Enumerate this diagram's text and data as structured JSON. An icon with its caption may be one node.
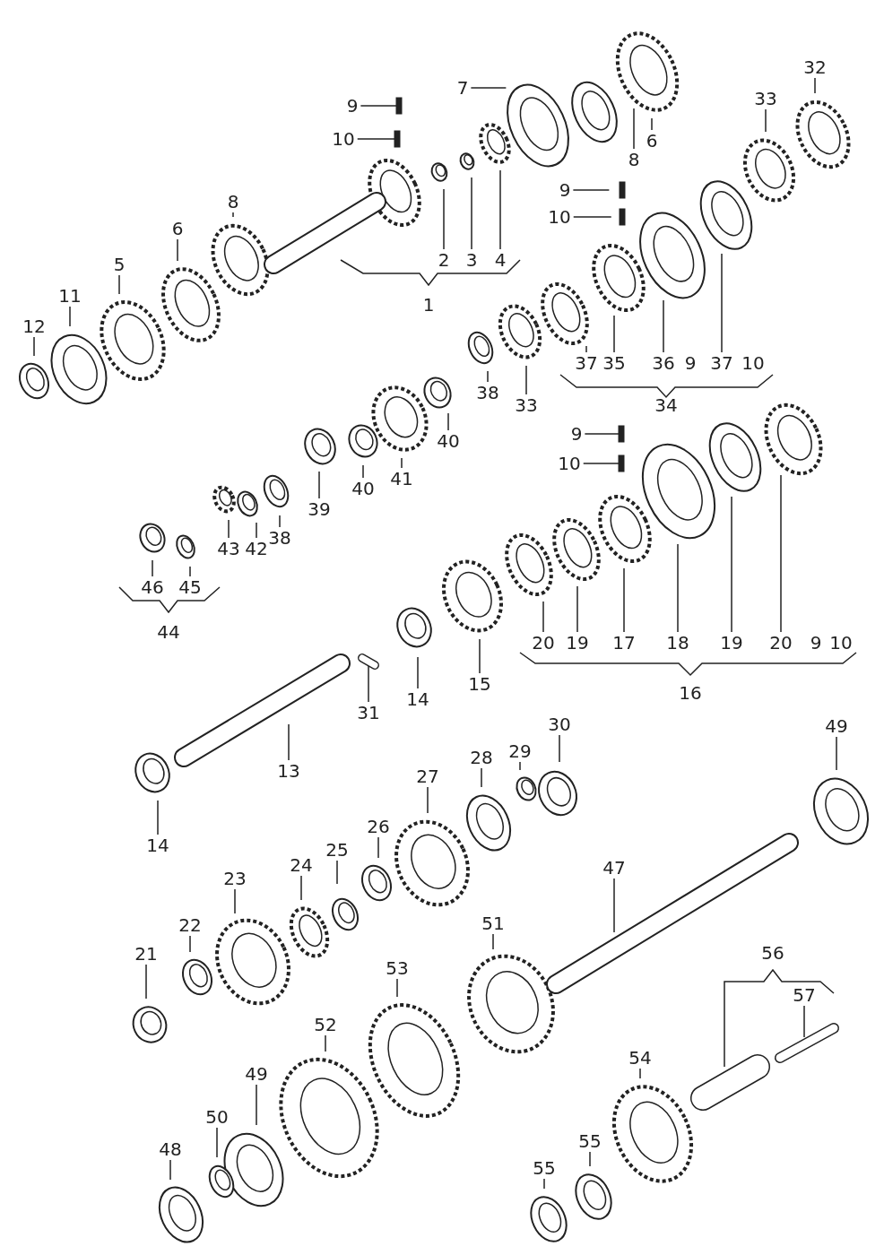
{
  "diagram": {
    "nodes": [
      {
        "text": [
          "9"
        ]
      },
      {
        "text": [
          "10"
        ]
      },
      {
        "text": [
          "7"
        ]
      },
      {
        "text": [
          "32"
        ]
      },
      {
        "text": [
          "33"
        ]
      },
      {
        "text": [
          "6"
        ]
      },
      {
        "text": [
          "8"
        ]
      },
      {
        "text": [
          "9"
        ]
      },
      {
        "text": [
          "10"
        ]
      },
      {
        "text": [
          "8"
        ]
      },
      {
        "text": [
          "6"
        ]
      },
      {
        "text": [
          "5"
        ]
      },
      {
        "text": [
          "2"
        ]
      },
      {
        "text": [
          "3"
        ]
      },
      {
        "text": [
          "4"
        ]
      },
      {
        "text": [
          "11"
        ]
      },
      {
        "text": [
          "12"
        ]
      },
      {
        "text": [
          "37"
        ]
      },
      {
        "text": [
          "35"
        ]
      },
      {
        "text": [
          "36"
        ]
      },
      {
        "text": [
          "37"
        ]
      },
      {
        "text": [
          "38"
        ]
      },
      {
        "text": [
          "33"
        ]
      },
      {
        "text": [
          "40"
        ]
      },
      {
        "text": [
          "41"
        ]
      },
      {
        "text": [
          "40"
        ]
      },
      {
        "text": [
          "39"
        ]
      },
      {
        "text": [
          "38"
        ]
      },
      {
        "text": [
          "42"
        ]
      },
      {
        "text": [
          "43"
        ]
      },
      {
        "text": [
          "45"
        ]
      },
      {
        "text": [
          "46"
        ]
      },
      {
        "text": [
          "9"
        ]
      },
      {
        "text": [
          "10"
        ]
      },
      {
        "text": [
          "20"
        ]
      },
      {
        "text": [
          "19"
        ]
      },
      {
        "text": [
          "17"
        ]
      },
      {
        "text": [
          "18"
        ]
      },
      {
        "text": [
          "19"
        ]
      },
      {
        "text": [
          "20"
        ]
      },
      {
        "text": [
          "15"
        ]
      },
      {
        "text": [
          "14"
        ]
      },
      {
        "text": [
          "31"
        ]
      },
      {
        "text": [
          "30"
        ]
      },
      {
        "text": [
          "29"
        ]
      },
      {
        "text": [
          "28"
        ]
      },
      {
        "text": [
          "13"
        ]
      },
      {
        "text": [
          "27"
        ]
      },
      {
        "text": [
          "14"
        ]
      },
      {
        "text": [
          "49"
        ]
      },
      {
        "text": [
          "26"
        ]
      },
      {
        "text": [
          "25"
        ]
      },
      {
        "text": [
          "24"
        ]
      },
      {
        "text": [
          "23"
        ]
      },
      {
        "text": [
          "47"
        ]
      },
      {
        "text": [
          "22"
        ]
      },
      {
        "text": [
          "51"
        ]
      },
      {
        "text": [
          "21"
        ]
      },
      {
        "text": [
          "53"
        ]
      },
      {
        "text": [
          "57"
        ]
      },
      {
        "text": [
          "52"
        ]
      },
      {
        "text": [
          "54"
        ]
      },
      {
        "text": [
          "49"
        ]
      },
      {
        "text": [
          "50"
        ]
      },
      {
        "text": [
          "48"
        ]
      },
      {
        "text": [
          "55"
        ]
      },
      {
        "text": [
          "55"
        ]
      }
    ],
    "edges": [
      {
        "from": 0,
        "to": null,
        "arrow": "none"
      },
      {
        "from": 1,
        "to": null,
        "arrow": "none"
      },
      {
        "from": 2,
        "to": null,
        "arrow": "none"
      },
      {
        "from": 3,
        "to": null,
        "arrow": "none"
      },
      {
        "from": 4,
        "to": null,
        "arrow": "none"
      },
      {
        "from": 5,
        "to": null,
        "arrow": "none"
      },
      {
        "from": 6,
        "to": null,
        "arrow": "none"
      },
      {
        "from": 7,
        "to": null,
        "arrow": "none"
      },
      {
        "from": 8,
        "to": null,
        "arrow": "none"
      },
      {
        "from": 9,
        "to": null,
        "arrow": "none"
      },
      {
        "from": 10,
        "to": null,
        "arrow": "none"
      },
      {
        "from": 11,
        "to": null,
        "arrow": "none"
      },
      {
        "from": 12,
        "to": null,
        "arrow": "none"
      },
      {
        "from": 13,
        "to": null,
        "arrow": "none"
      },
      {
        "from": 14,
        "to": null,
        "arrow": "none"
      },
      {
        "from": 15,
        "to": null,
        "arrow": "none"
      },
      {
        "from": 16,
        "to": null,
        "arrow": "none"
      },
      {
        "from": 17,
        "to": null,
        "arrow": "none"
      },
      {
        "from": 18,
        "to": null,
        "arrow": "none"
      },
      {
        "from": 19,
        "to": null,
        "arrow": "none"
      },
      {
        "from": 20,
        "to": null,
        "arrow": "none"
      },
      {
        "from": 21,
        "to": null,
        "arrow": "none"
      },
      {
        "from": 22,
        "to": null,
        "arrow": "none"
      },
      {
        "from": 23,
        "to": null,
        "arrow": "none"
      },
      {
        "from": 24,
        "to": null,
        "arrow": "none"
      },
      {
        "from": 25,
        "to": null,
        "arrow": "none"
      },
      {
        "from": 26,
        "to": null,
        "arrow": "none"
      },
      {
        "from": 27,
        "to": null,
        "arrow": "none"
      },
      {
        "from": 28,
        "to": null,
        "arrow": "none"
      },
      {
        "from": 29,
        "to": null,
        "arrow": "none"
      },
      {
        "from": 30,
        "to": null,
        "arrow": "none"
      },
      {
        "from": 31,
        "to": null,
        "arrow": "none"
      },
      {
        "from": 32,
        "to": null,
        "arrow": "none"
      },
      {
        "from": 33,
        "to": null,
        "arrow": "none"
      },
      {
        "from": 34,
        "to": null,
        "arrow": "none"
      },
      {
        "from": 35,
        "to": null,
        "arrow": "none"
      },
      {
        "from": 36,
        "to": null,
        "arrow": "none"
      },
      {
        "from": 37,
        "to": null,
        "arrow": "none"
      },
      {
        "from": 38,
        "to": null,
        "arrow": "none"
      },
      {
        "from": 39,
        "to": null,
        "arrow": "none"
      },
      {
        "from": 40,
        "to": null,
        "arrow": "none"
      },
      {
        "from": 41,
        "to": null,
        "arrow": "none"
      },
      {
        "from": 42,
        "to": null,
        "arrow": "none"
      },
      {
        "from": 43,
        "to": null,
        "arrow": "none"
      },
      {
        "from": 44,
        "to": null,
        "arrow": "none"
      },
      {
        "from": 45,
        "to": null,
        "arrow": "none"
      },
      {
        "from": 46,
        "to": null,
        "arrow": "none"
      },
      {
        "from": 47,
        "to": null,
        "arrow": "none"
      },
      {
        "from": 48,
        "to": null,
        "arrow": "none"
      },
      {
        "from": 49,
        "to": null,
        "arrow": "none"
      },
      {
        "from": 50,
        "to": null,
        "arrow": "none"
      },
      {
        "from": 51,
        "to": null,
        "arrow": "none"
      },
      {
        "from": 52,
        "to": null,
        "arrow": "none"
      },
      {
        "from": 53,
        "to": null,
        "arrow": "none"
      },
      {
        "from": 54,
        "to": null,
        "arrow": "none"
      },
      {
        "from": 55,
        "to": null,
        "arrow": "none"
      },
      {
        "from": 56,
        "to": null,
        "arrow": "none"
      },
      {
        "from": 57,
        "to": null,
        "arrow": "none"
      },
      {
        "from": 58,
        "to": null,
        "arrow": "none"
      },
      {
        "from": 59,
        "to": null,
        "arrow": "none"
      },
      {
        "from": 60,
        "to": null,
        "arrow": "none"
      },
      {
        "from": 61,
        "to": null,
        "arrow": "none"
      },
      {
        "from": 62,
        "to": null,
        "arrow": "none"
      },
      {
        "from": 63,
        "to": null,
        "arrow": "none"
      },
      {
        "from": 64,
        "to": null,
        "arrow": "none"
      },
      {
        "from": 65,
        "to": null,
        "arrow": "none"
      },
      {
        "from": 66,
        "to": null,
        "arrow": "none"
      }
    ],
    "labels": [
      "1",
      "9",
      "10",
      "34",
      "44",
      "9",
      "10",
      "16",
      "56"
    ]
  }
}
